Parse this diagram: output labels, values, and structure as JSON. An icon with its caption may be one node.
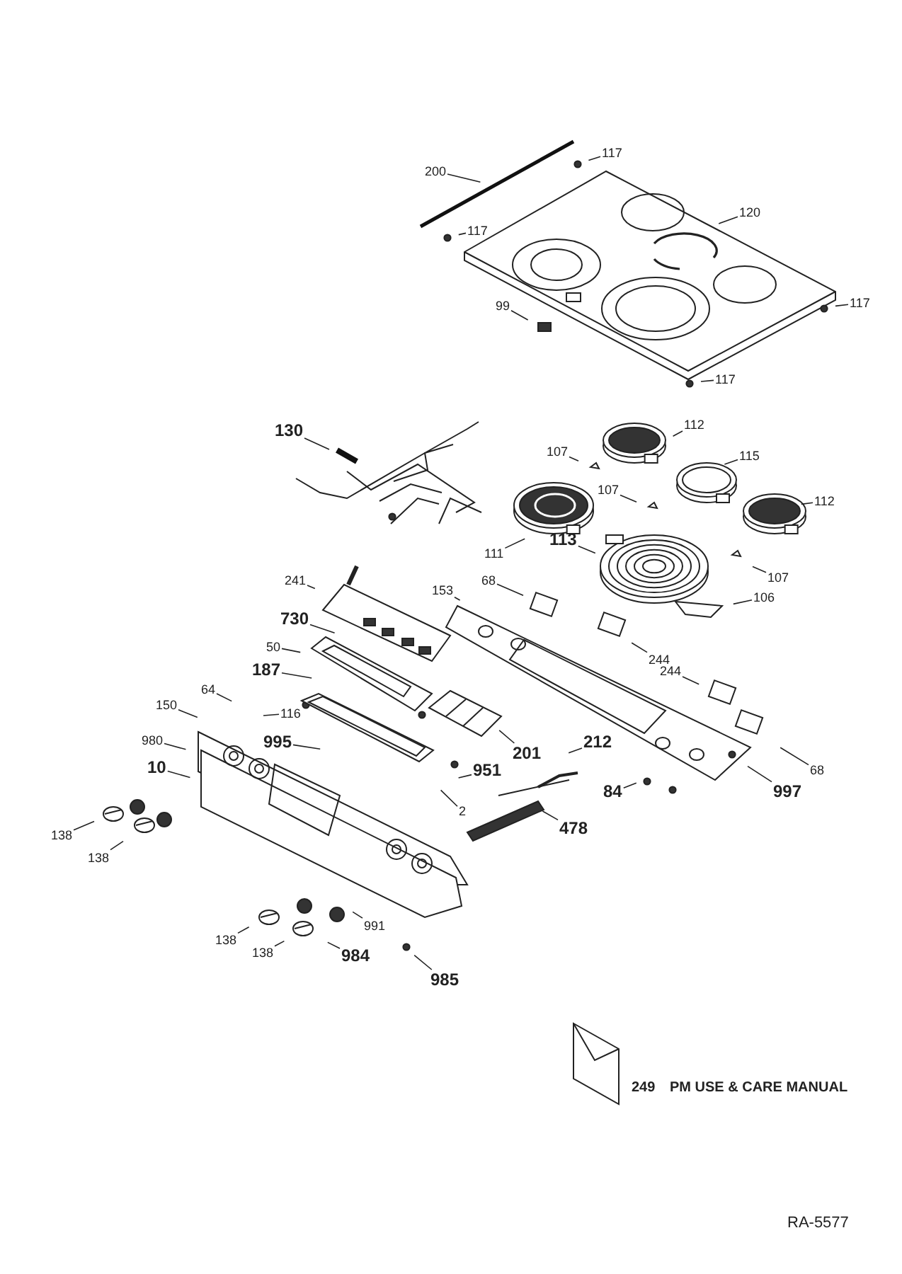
{
  "diagram": {
    "nodes": [
      {
        "text": [
          "200"
        ]
      },
      {
        "text": [
          "117"
        ]
      },
      {
        "text": [
          "120"
        ]
      },
      {
        "text": [
          "117"
        ]
      },
      {
        "text": [
          "99"
        ]
      },
      {
        "text": [
          "117"
        ]
      },
      {
        "text": [
          "117"
        ]
      },
      {
        "text": [
          "130"
        ]
      },
      {
        "text": [
          "112"
        ]
      },
      {
        "text": [
          "107"
        ]
      },
      {
        "text": [
          "115"
        ]
      },
      {
        "text": [
          "107"
        ]
      },
      {
        "text": [
          "112"
        ]
      },
      {
        "text": [
          "111"
        ]
      },
      {
        "text": [
          "113"
        ]
      },
      {
        "text": [
          "107"
        ]
      },
      {
        "text": [
          "241"
        ]
      },
      {
        "text": [
          "153"
        ]
      },
      {
        "text": [
          "68"
        ]
      },
      {
        "text": [
          "106"
        ]
      },
      {
        "text": [
          "730"
        ]
      },
      {
        "text": [
          "244"
        ]
      },
      {
        "text": [
          "50"
        ]
      },
      {
        "text": [
          "187"
        ]
      },
      {
        "text": [
          "244"
        ]
      },
      {
        "text": [
          "64"
        ]
      },
      {
        "text": [
          "116"
        ]
      },
      {
        "text": [
          "150"
        ]
      },
      {
        "text": [
          "995"
        ]
      },
      {
        "text": [
          "980"
        ]
      },
      {
        "text": [
          "212"
        ]
      },
      {
        "text": [
          "201"
        ]
      },
      {
        "text": [
          "68"
        ]
      },
      {
        "text": [
          "951"
        ]
      },
      {
        "text": [
          "10"
        ]
      },
      {
        "text": [
          "997"
        ]
      },
      {
        "text": [
          "84"
        ]
      },
      {
        "text": [
          "2"
        ]
      },
      {
        "text": [
          "478"
        ]
      },
      {
        "text": [
          "138"
        ]
      },
      {
        "text": [
          "138"
        ]
      },
      {
        "text": [
          "991"
        ]
      },
      {
        "text": [
          "138"
        ]
      },
      {
        "text": [
          "138"
        ]
      },
      {
        "text": [
          "984"
        ]
      },
      {
        "text": [
          "985"
        ]
      }
    ],
    "edges": [
      {
        "from": 0,
        "to": null,
        "arrow": "none"
      },
      {
        "from": 1,
        "to": null,
        "arrow": "none"
      },
      {
        "from": 2,
        "to": null,
        "arrow": "none"
      },
      {
        "from": 3,
        "to": null,
        "arrow": "none"
      },
      {
        "from": 4,
        "to": null,
        "arrow": "none"
      },
      {
        "from": 5,
        "to": null,
        "arrow": "none"
      },
      {
        "from": 6,
        "to": null,
        "arrow": "none"
      },
      {
        "from": 7,
        "to": null,
        "arrow": "none"
      },
      {
        "from": 8,
        "to": null,
        "arrow": "none"
      },
      {
        "from": 9,
        "to": null,
        "arrow": "none"
      },
      {
        "from": 10,
        "to": null,
        "arrow": "none"
      },
      {
        "from": 11,
        "to": null,
        "arrow": "none"
      },
      {
        "from": 12,
        "to": null,
        "arrow": "none"
      },
      {
        "from": 13,
        "to": null,
        "arrow": "none"
      },
      {
        "from": 14,
        "to": null,
        "arrow": "none"
      },
      {
        "from": 15,
        "to": null,
        "arrow": "none"
      },
      {
        "from": 16,
        "to": null,
        "arrow": "none"
      },
      {
        "from": 17,
        "to": null,
        "arrow": "none"
      },
      {
        "from": 18,
        "to": null,
        "arrow": "none"
      },
      {
        "from": 19,
        "to": null,
        "arrow": "none"
      },
      {
        "from": 20,
        "to": null,
        "arrow": "none"
      },
      {
        "from": 21,
        "to": null,
        "arrow": "none"
      },
      {
        "from": 22,
        "to": null,
        "arrow": "none"
      },
      {
        "from": 23,
        "to": null,
        "arrow": "none"
      },
      {
        "from": 24,
        "to": null,
        "arrow": "none"
      },
      {
        "from": 25,
        "to": null,
        "arrow": "none"
      },
      {
        "from": 26,
        "to": null,
        "arrow": "none"
      },
      {
        "from": 27,
        "to": null,
        "arrow": "none"
      },
      {
        "from": 28,
        "to": null,
        "arrow": "none"
      },
      {
        "from": 29,
        "to": null,
        "arrow": "none"
      },
      {
        "from": 30,
        "to": null,
        "arrow": "none"
      },
      {
        "from": 31,
        "to": null,
        "arrow": "none"
      },
      {
        "from": 32,
        "to": null,
        "arrow": "none"
      },
      {
        "from": 33,
        "to": null,
        "arrow": "none"
      },
      {
        "from": 34,
        "to": null,
        "arrow": "none"
      },
      {
        "from": 35,
        "to": null,
        "arrow": "none"
      },
      {
        "from": 36,
        "to": null,
        "arrow": "none"
      },
      {
        "from": 37,
        "to": null,
        "arrow": "none"
      },
      {
        "from": 38,
        "to": null,
        "arrow": "none"
      },
      {
        "from": 39,
        "to": null,
        "arrow": "none"
      },
      {
        "from": 40,
        "to": null,
        "arrow": "none"
      },
      {
        "from": 41,
        "to": null,
        "arrow": "none"
      },
      {
        "from": 42,
        "to": null,
        "arrow": "none"
      },
      {
        "from": 43,
        "to": null,
        "arrow": "none"
      },
      {
        "from": 44,
        "to": null,
        "arrow": "none"
      },
      {
        "from": 45,
        "to": null,
        "arrow": "none"
      }
    ],
    "labels": [
      "249",
      "PM USE & CARE MANUAL",
      "RA-5577"
    ]
  }
}
